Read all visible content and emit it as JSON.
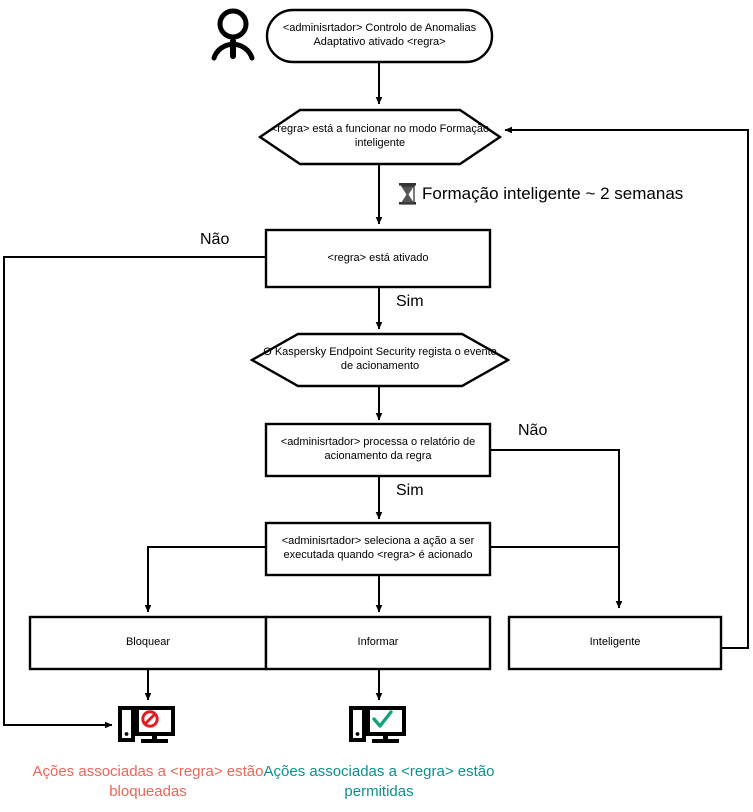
{
  "diagram": {
    "title": "Adaptive Anomaly Control rule workflow",
    "colors": {
      "stroke": "#000000",
      "blocked_text": "#e8685a",
      "allowed_text": "#0e8f8f",
      "block_icon_mark": "#e11d22",
      "allow_icon_mark": "#13a37f"
    },
    "actor": {
      "name": "administrator-actor",
      "icon": "person-icon"
    },
    "nodes": [
      {
        "id": "start",
        "shape": "rounded",
        "label": "<adminisrtador> Controlo de Anomalias\nAdaptativo ativado <regra>"
      },
      {
        "id": "smart-training",
        "shape": "hexagon",
        "label": "<regra> está a funcionar no modo Formação\ninteligente"
      },
      {
        "id": "rule-enabled",
        "shape": "rect",
        "label": "<regra> está ativado"
      },
      {
        "id": "kes-logs-event",
        "shape": "hexagon",
        "label": "O Kaspersky Endpoint Security regista o evento\nde acionamento"
      },
      {
        "id": "admin-processes-report",
        "shape": "rect",
        "label": "<adminisrtador> processa o relatório de\nacionamento da regra"
      },
      {
        "id": "admin-selects-action",
        "shape": "rect",
        "label": "<adminisrtador> seleciona a ação a ser\nexecutada quando <regra> é acionado"
      },
      {
        "id": "action-block",
        "shape": "rect",
        "label": "Bloquear"
      },
      {
        "id": "action-inform",
        "shape": "rect",
        "label": "Informar"
      },
      {
        "id": "action-smart",
        "shape": "rect",
        "label": "Inteligente"
      }
    ],
    "notes": [
      {
        "id": "training-duration",
        "icon": "hourglass-icon",
        "text": "Formação inteligente ~ 2 semanas"
      }
    ],
    "edge_labels": [
      {
        "id": "rule-enabled-no",
        "text": "Não"
      },
      {
        "id": "rule-enabled-yes",
        "text": "Sim"
      },
      {
        "id": "report-no",
        "text": "Não"
      },
      {
        "id": "report-yes",
        "text": "Sim"
      }
    ],
    "outcomes": [
      {
        "id": "blocked-outcome",
        "icon": "computer-blocked-icon",
        "caption": "Ações associadas a <regra> estão\nbloqueadas",
        "color": "#e8685a"
      },
      {
        "id": "allowed-outcome",
        "icon": "computer-allowed-icon",
        "caption": "Ações associadas a <regra> estão\npermitidas",
        "color": "#0e8f8f"
      }
    ]
  }
}
